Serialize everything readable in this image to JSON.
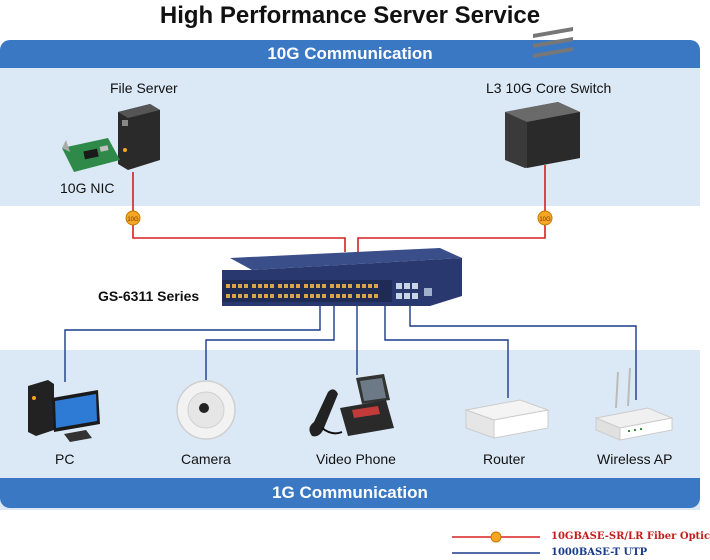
{
  "title": "High Performance Server Service",
  "top_band": {
    "label": "10G Communication"
  },
  "bottom_band": {
    "label": "1G Communication"
  },
  "devices": {
    "file_server": "File Server",
    "nic": "10G NIC",
    "core_switch": "L3 10G Core Switch",
    "switch": "GS-6311 Series",
    "pc": "PC",
    "camera": "Camera",
    "video_phone": "Video Phone",
    "router": "Router",
    "wireless_ap": "Wireless AP"
  },
  "link_badge": "10G",
  "legend": {
    "fiber": "10GBASE-SR/LR Fiber Optic",
    "utp": "1000BASE-T UTP"
  },
  "colors": {
    "band_header": "#3b78c3",
    "band_body": "#dbe9f6",
    "fiber_line": "#d62020",
    "utp_line": "#1a3a8a",
    "badge": "#f5a623"
  }
}
